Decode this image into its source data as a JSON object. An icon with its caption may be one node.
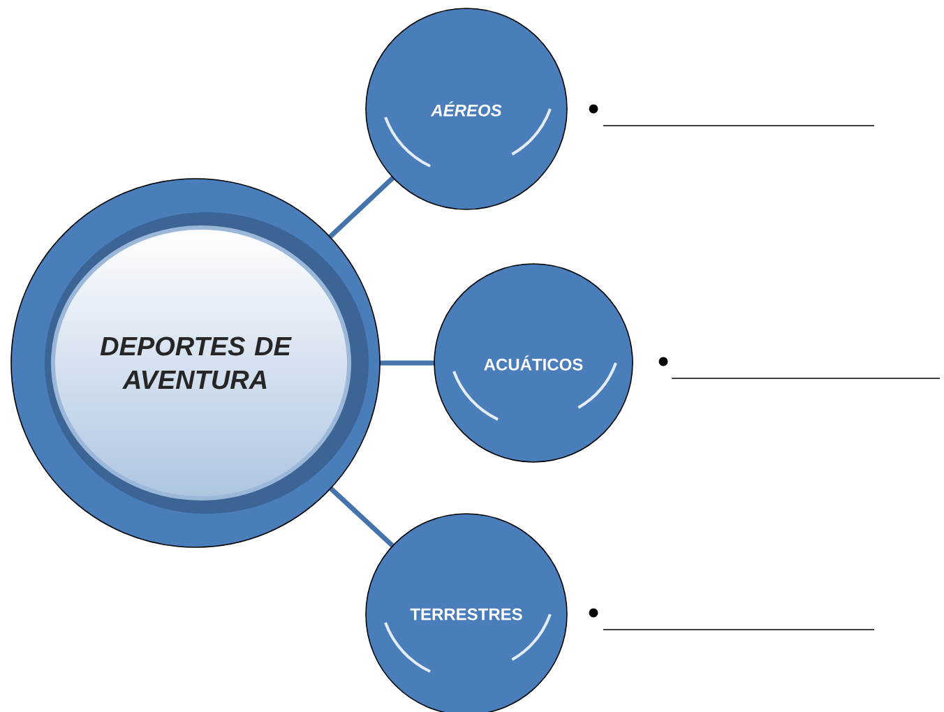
{
  "diagram": {
    "nodes": [
      {
        "text": [
          "DEPORTES DE AVENTURA"
        ]
      },
      {
        "text": [
          "AÉREOS"
        ]
      },
      {
        "text": [
          "ACUÁTICOS"
        ]
      },
      {
        "text": [
          "TERRESTRES"
        ]
      }
    ],
    "edges": [
      {
        "from": 0,
        "to": 1,
        "arrow": "none"
      },
      {
        "from": 0,
        "to": 2,
        "arrow": "none"
      },
      {
        "from": 0,
        "to": 3,
        "arrow": "none"
      }
    ]
  }
}
